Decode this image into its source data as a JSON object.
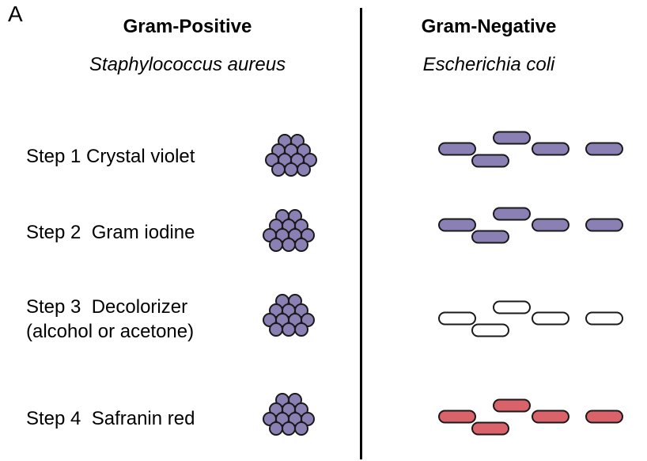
{
  "panel_letter": "A",
  "columns": {
    "positive": {
      "title": "Gram-Positive",
      "organism": "Staphylococcus aureus"
    },
    "negative": {
      "title": "Gram-Negative",
      "organism": "Escherichia coli"
    }
  },
  "steps": [
    {
      "label": "Step 1 Crystal violet",
      "positive_color": "#8b80b4",
      "negative_color": "#8b80b4"
    },
    {
      "label": "Step 2  Gram iodine",
      "positive_color": "#8b80b4",
      "negative_color": "#8b80b4"
    },
    {
      "label": "Step 3  Decolorizer\n(alcohol or acetone)",
      "positive_color": "#8b80b4",
      "negative_color": "#ffffff"
    },
    {
      "label": "Step 4  Safranin red",
      "positive_color": "#8b80b4",
      "negative_color": "#d9626b"
    }
  ],
  "colors": {
    "crystal_violet": "#8b80b4",
    "safranin_red": "#d9626b",
    "outline": "#1a1a1a"
  }
}
